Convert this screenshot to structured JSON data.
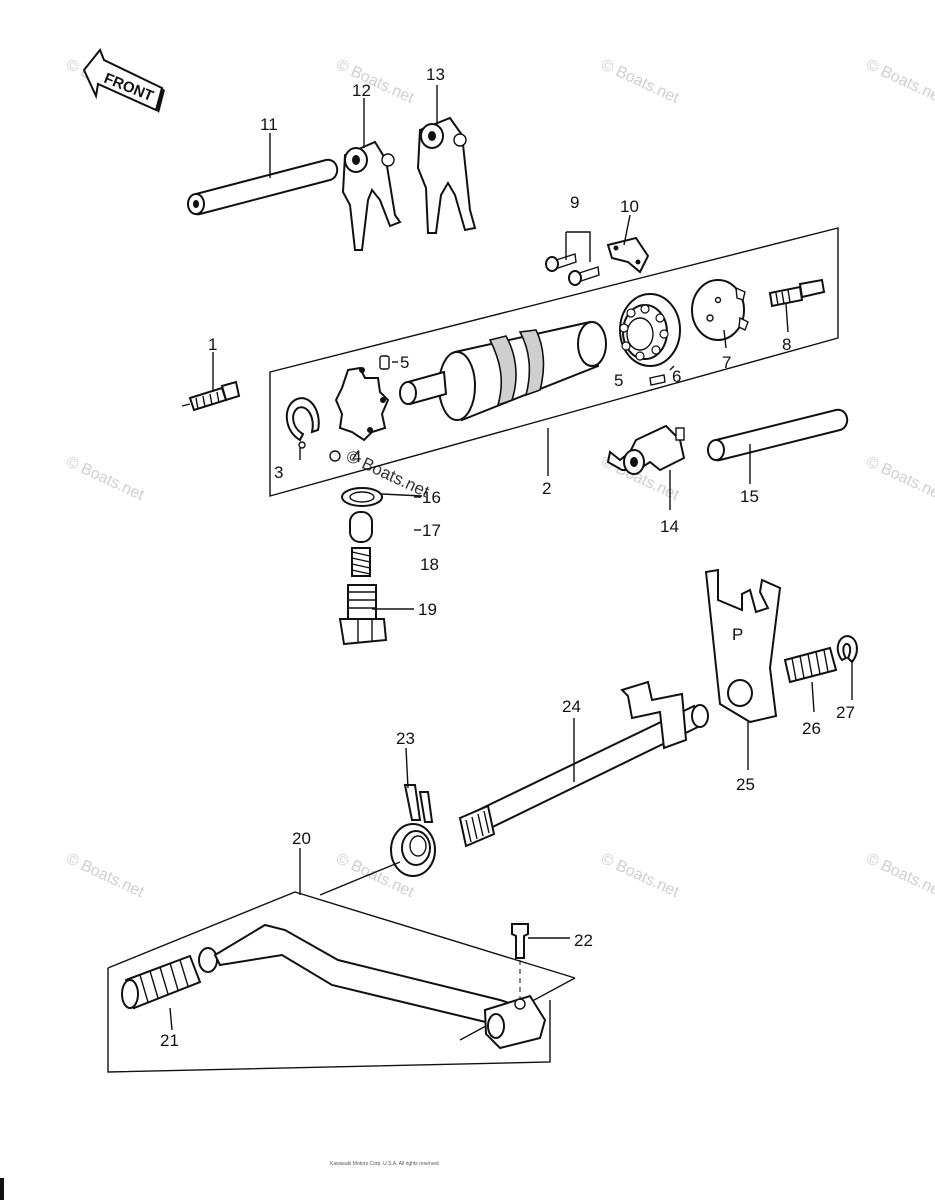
{
  "front_label": "FRONT",
  "watermark": "© Boats.net",
  "copyright": "Kawasaki Motors Corp. U.S.A. All rights reserved",
  "part_numbers": {
    "p1": "1",
    "p2": "2",
    "p3": "3",
    "p4": "4",
    "p5a": "5",
    "p5b": "5",
    "p6": "6",
    "p7": "7",
    "p8": "8",
    "p9": "9",
    "p10": "10",
    "p11": "11",
    "p12": "12",
    "p13": "13",
    "p14": "14",
    "p15": "15",
    "p16": "16",
    "p17": "17",
    "p18": "18",
    "p19": "19",
    "p20": "20",
    "p21": "21",
    "p22": "22",
    "p23": "23",
    "p24": "24",
    "p25": "25",
    "p26": "26",
    "p27": "27"
  }
}
